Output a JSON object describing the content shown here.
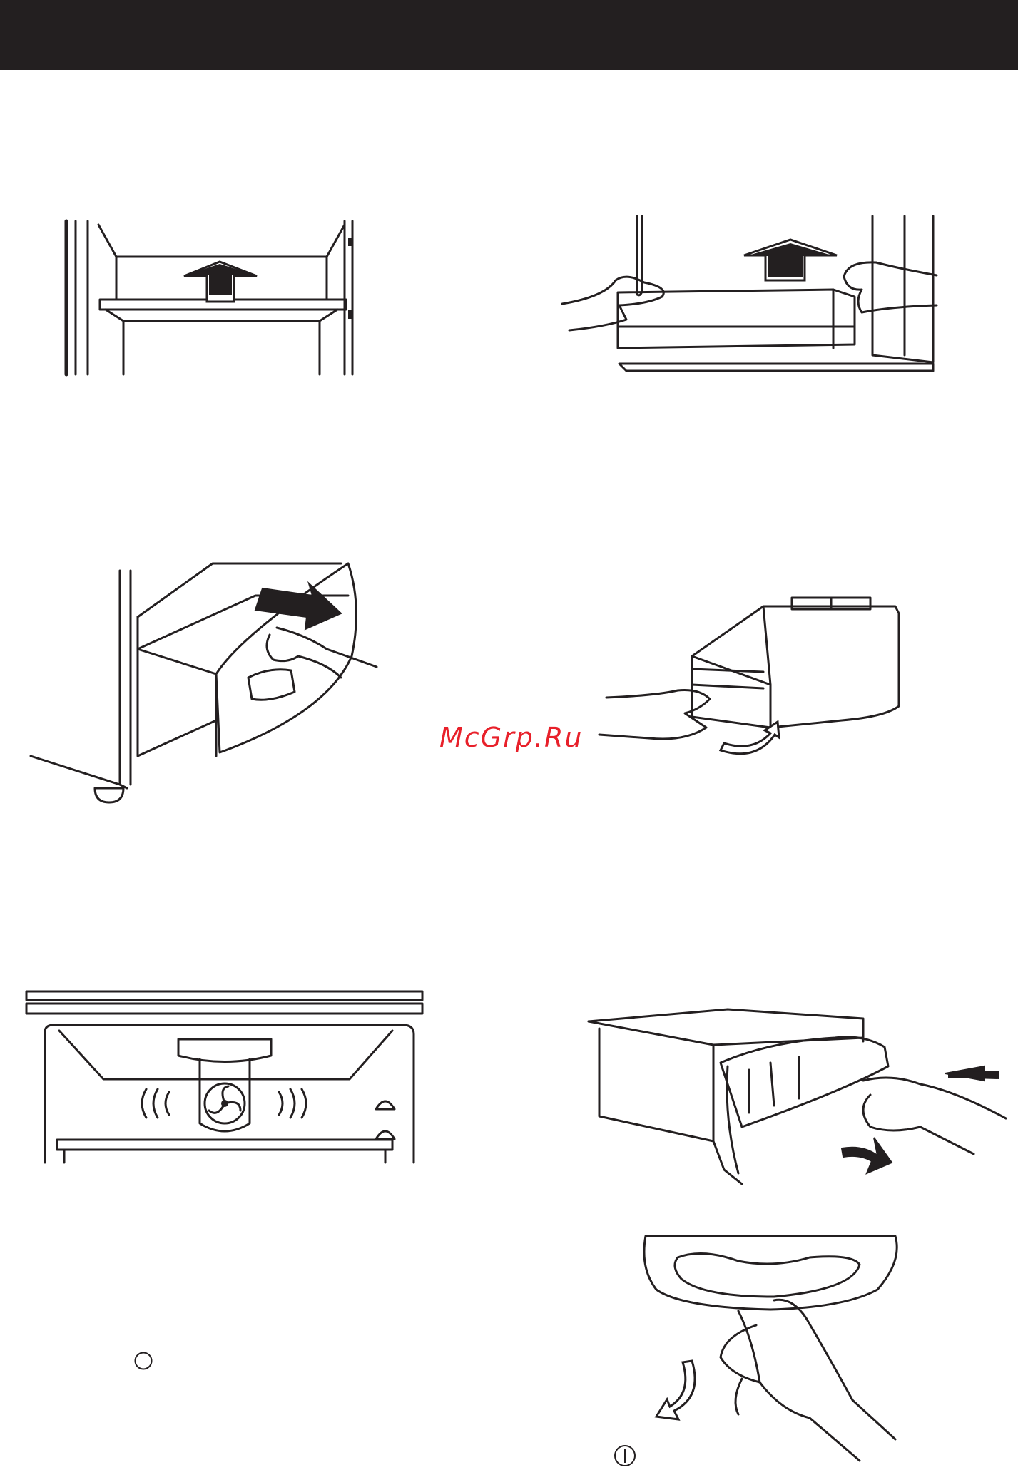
{
  "header": {
    "color": "#231f20"
  },
  "watermark": {
    "text": "McGrp.Ru",
    "color": "#e8202a"
  },
  "figures": [
    {
      "id": "shelf-lift",
      "icon": "arrow-up-icon"
    },
    {
      "id": "crisper-cover-lift",
      "icon": "arrow-up-icon"
    },
    {
      "id": "drawer-pull",
      "icon": "arrow-right-icon"
    },
    {
      "id": "bin-release",
      "icon": "curved-arrow-icon"
    },
    {
      "id": "fan-panel",
      "icon": "fan-icon"
    },
    {
      "id": "drawer-front-removal",
      "icon": "arrow-left-icon"
    },
    {
      "id": "handle-pull",
      "icon": "curved-arrow-icon"
    }
  ],
  "markers": {
    "circle_small": "",
    "circle_power": ""
  }
}
